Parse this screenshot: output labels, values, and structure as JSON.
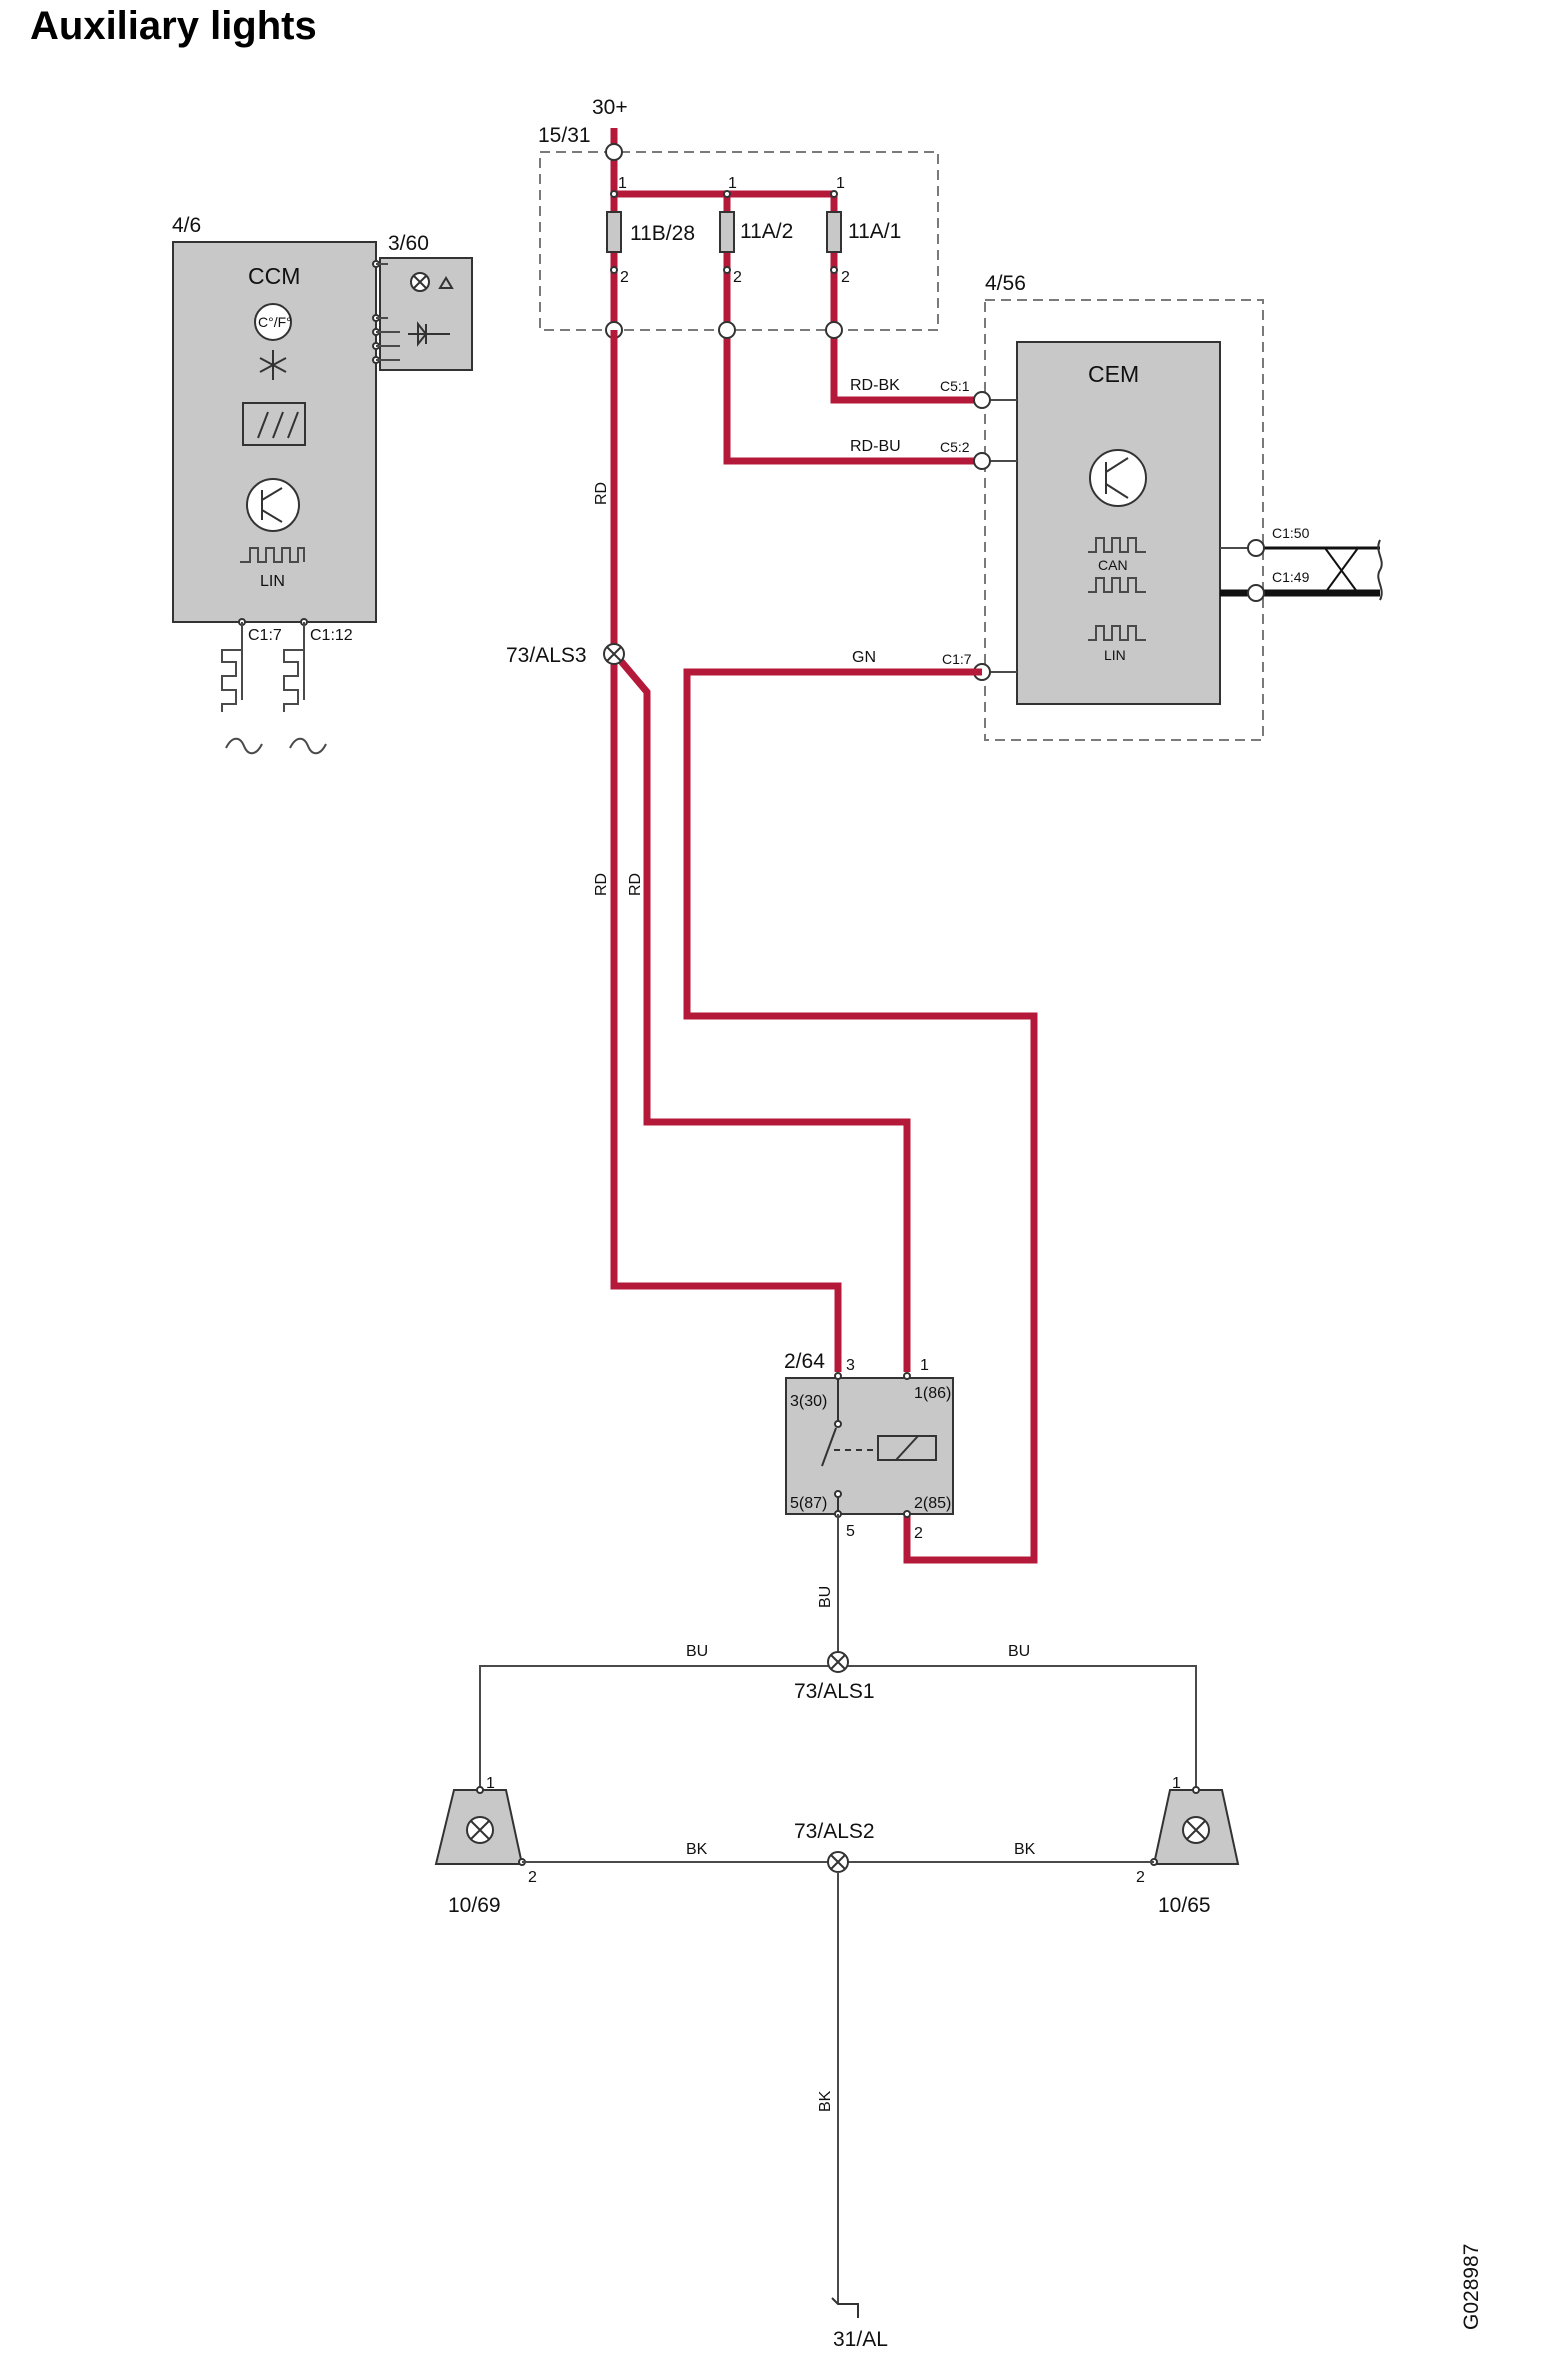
{
  "title": "Auxiliary lights",
  "figure_id": "G028987",
  "supply": {
    "terminal": "30+",
    "fuse_box": "15/31"
  },
  "fuses": [
    {
      "name": "11B/28",
      "pin_in": "1",
      "pin_out": "2"
    },
    {
      "name": "11A/2",
      "pin_in": "1",
      "pin_out": "2"
    },
    {
      "name": "11A/1",
      "pin_in": "1",
      "pin_out": "2"
    }
  ],
  "ccm": {
    "ref": "4/6",
    "name": "CCM",
    "temp_icon": "C°/F°",
    "bus": "LIN",
    "pins": [
      "C1:7",
      "C1:12"
    ],
    "panel_ref": "3/60"
  },
  "cem": {
    "ref": "4/56",
    "name": "CEM",
    "bus_can": "CAN",
    "bus_lin": "LIN",
    "pins": {
      "c5_1": "C5:1",
      "c5_2": "C5:2",
      "c1_7": "C1:7",
      "c1_50": "C1:50",
      "c1_49": "C1:49"
    }
  },
  "relay": {
    "ref": "2/64",
    "pin_3": "3",
    "pin_1": "1",
    "pin_5": "5",
    "pin_2": "2",
    "label_30": "3(30)",
    "label_86": "1(86)",
    "label_87": "5(87)",
    "label_85": "2(85)"
  },
  "splices": {
    "als3": "73/ALS3",
    "als1": "73/ALS1",
    "als2": "73/ALS2"
  },
  "lamps": {
    "left": {
      "ref": "10/69",
      "pin_1": "1",
      "pin_2": "2"
    },
    "right": {
      "ref": "10/65",
      "pin_1": "1",
      "pin_2": "2"
    }
  },
  "ground": "31/AL",
  "wire_colors": {
    "rd": "RD",
    "rd_bk": "RD-BK",
    "rd_bu": "RD-BU",
    "gn": "GN",
    "bu": "BU",
    "bk": "BK"
  },
  "colors": {
    "wire": "#b5193a",
    "module_fill": "#c8c8c8",
    "signal": "#4a4a4a"
  }
}
